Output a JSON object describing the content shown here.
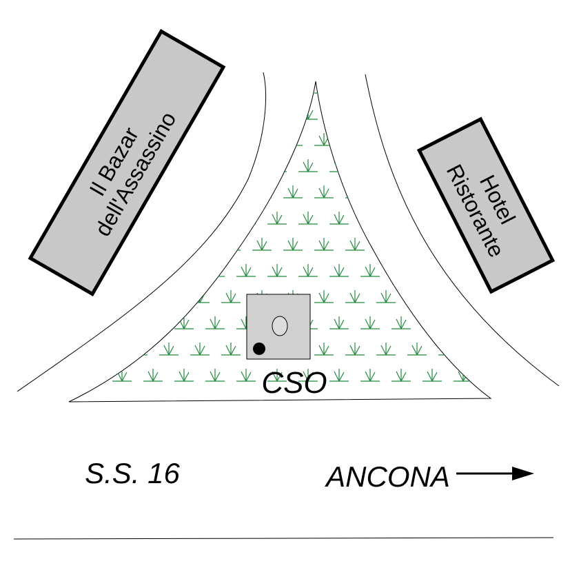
{
  "labels": {
    "bazar_line1": "Il Bazar",
    "bazar_line2": "dell'Assassino",
    "hotel_line1": "Hotel",
    "hotel_line2": "Ristorante",
    "cso": "CSO",
    "road": "S.S. 16",
    "direction": "ANCONA"
  },
  "colors": {
    "building_fill": "#c8c8c8",
    "grass": "#1f8a3a",
    "cso_box": "#d0d0d0"
  },
  "icons": {
    "direction_arrow": "arrow-right-icon",
    "point_marker": "black-dot-icon",
    "hollow_marker": "ellipse-icon"
  }
}
